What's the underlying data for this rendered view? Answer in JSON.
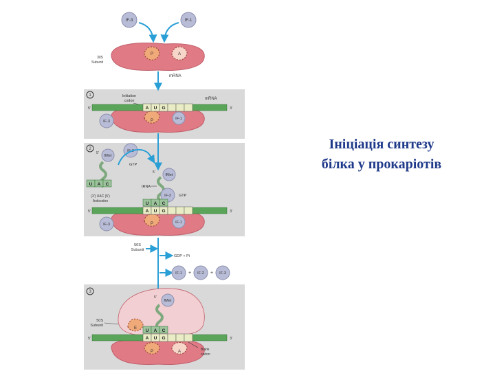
{
  "slide": {
    "title_line1": "Ініціація синтезу",
    "title_line2": "білка у прокаріотів"
  },
  "diagram": {
    "top": {
      "if3": "IF-3",
      "if1": "IF-1",
      "site_p": "P",
      "site_a": "A",
      "subunit_30s_l1": "30S",
      "subunit_30s_l2": "Subunit",
      "mrna": "mRNA"
    },
    "step1": {
      "number": "1",
      "initiation_l1": "Initiation",
      "initiation_l2": "codon",
      "mrna": "mRNA",
      "five": "5'",
      "three": "3'",
      "codon_a": "A",
      "codon_u": "U",
      "codon_g": "G",
      "if3": "IF-3",
      "if1": "IF-1",
      "site_p": "P"
    },
    "step2": {
      "number": "2",
      "if2": "IF-2",
      "gtp": "GTP",
      "fmet": "fMet",
      "five_p": "5'",
      "five_p2": "5'",
      "anti_u": "U",
      "anti_a": "A",
      "anti_c": "C",
      "anticodon_l1": "(3') UAC (5')",
      "anticodon_l2": "Anticodon",
      "trna": "tRNA",
      "if2_gtp": "IF-2",
      "gtp2": "GTP",
      "site_u": "U",
      "site_a2": "A",
      "site_c": "C",
      "codon_a": "A",
      "codon_u": "U",
      "codon_g": "G",
      "five": "5'",
      "three": "3'",
      "if3": "IF-3",
      "if1": "IF-1",
      "site_p": "P",
      "subunit_50s_l1": "50S",
      "subunit_50s_l2": "Subunit",
      "gdp_pi": "GDP + Pi",
      "out_if1": "IF-1",
      "out_if2": "IF-2",
      "out_if3": "IF-3",
      "plus1": "+",
      "plus2": "+"
    },
    "step3": {
      "number": "3",
      "fmet": "fMet",
      "five_p": "5'",
      "subunit_50s_l1": "50S",
      "subunit_50s_l2": "Subunit",
      "site_e": "E",
      "anti_u": "U",
      "anti_a": "A",
      "anti_c": "C",
      "codon_a": "A",
      "codon_u": "U",
      "codon_g": "G",
      "five": "5'",
      "three": "3'",
      "site_p": "P",
      "site_a": "A",
      "blank_l1": "Blank",
      "blank_l2": "codon"
    }
  },
  "colors": {
    "title": "#1f3a8a",
    "ribosome_small": "#e07b86",
    "ribosome_large": "#f2cfd3",
    "mrna": "#5aa55a",
    "factor": "#b8bcd6",
    "panel": "#d9d9d9",
    "arrow": "#2a9fd6",
    "site_p": "#f0a978"
  }
}
